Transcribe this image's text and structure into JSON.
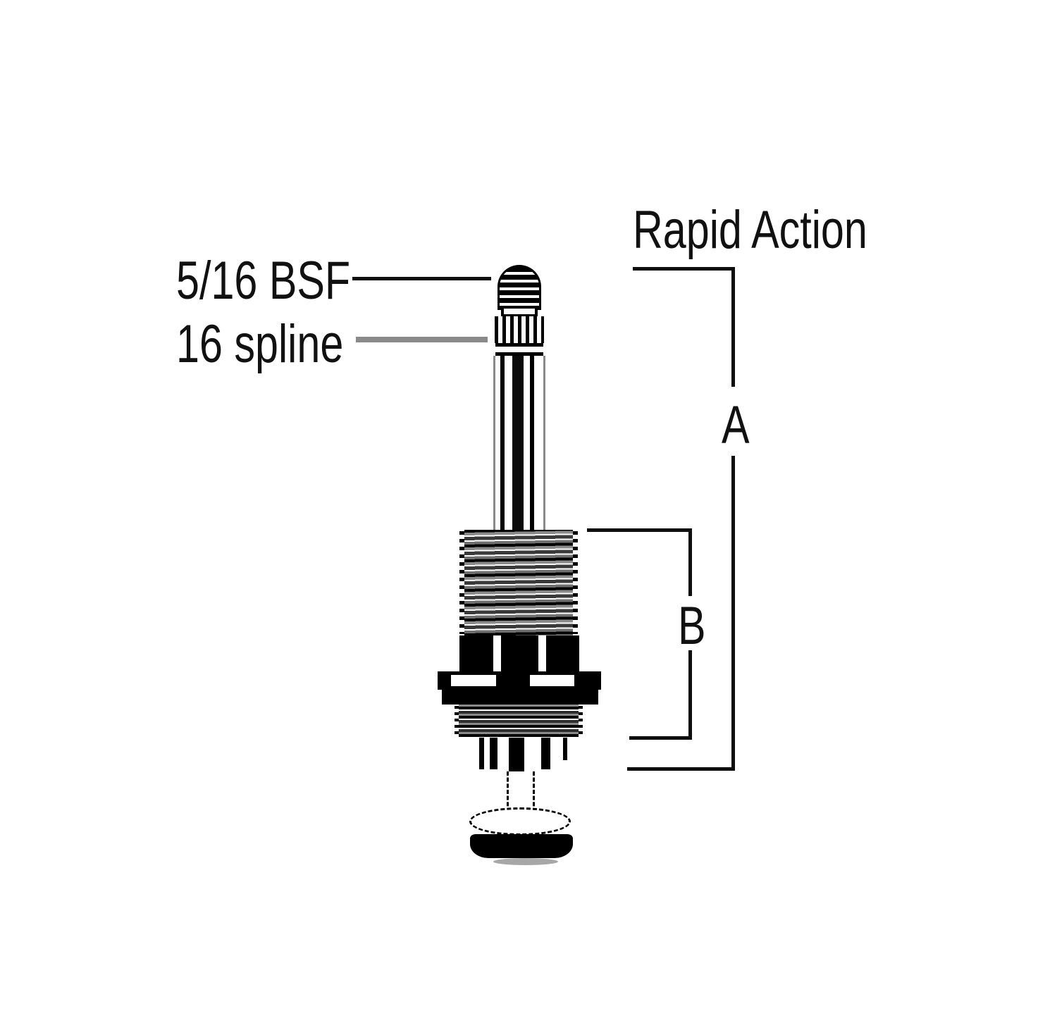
{
  "colors": {
    "background": "#ffffff",
    "ink": "#0d0d0d",
    "muted_gray": "#8a8a8a"
  },
  "labels": {
    "mechanism": "Rapid Action",
    "thread_spec": "5/16 BSF",
    "spline_spec": "16 spline",
    "dim_a": "A",
    "dim_b": "B"
  }
}
